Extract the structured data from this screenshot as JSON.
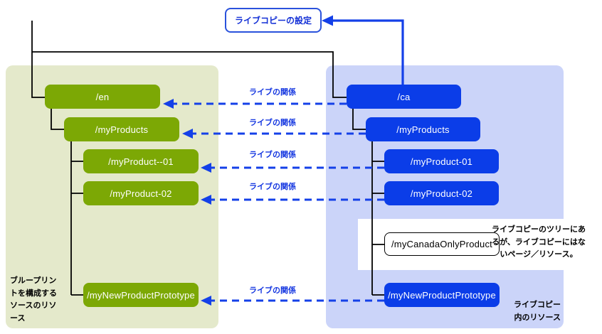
{
  "title_box": {
    "label": "ライブコピーの設定"
  },
  "relation_label": "ライブの関係",
  "blueprint": {
    "caption_lines": [
      "ブループリン",
      "トを構成する",
      "ソースのリソ",
      "ース"
    ],
    "nodes": [
      "/en",
      "/myProducts",
      "/myProduct--01",
      "/myProduct-02",
      "/myNewProductPrototype"
    ]
  },
  "livecopy": {
    "caption_lines": [
      "ライブコピー",
      "内のリソース"
    ],
    "nodes": [
      "/ca",
      "/myProducts",
      "/myProduct-01",
      "/myProduct-02",
      "/myNewProductPrototype"
    ],
    "excluded_node": "/myCanadaOnlyProduct",
    "excluded_note_lines": [
      "ライブコピーのツリーにあ",
      "るが、ライブコピーにはな",
      "いページ／リソース。"
    ]
  },
  "colors": {
    "blueprint_node": "#7ca805",
    "blueprint_region": "#e4e9cb",
    "livecopy_node": "#0b3de8",
    "livecopy_region": "#cbd4f9",
    "connector_blue": "#1440e8",
    "connector_black": "#000000"
  }
}
